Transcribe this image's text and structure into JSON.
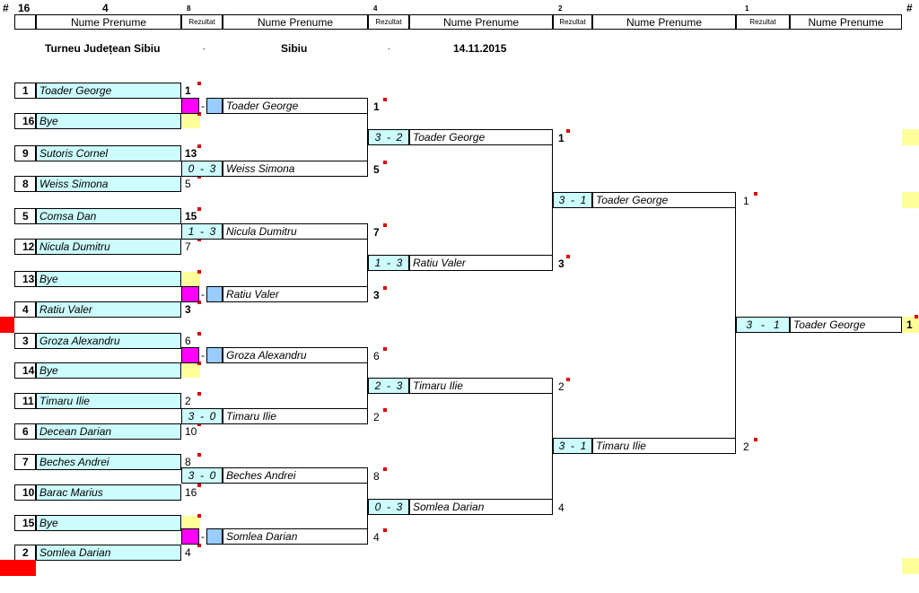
{
  "header": {
    "hash_left": "#",
    "count": "16",
    "round_labels": [
      "4",
      "8",
      "4",
      "2",
      "1"
    ],
    "hash_right": "#",
    "col_name": "Nume Prenume",
    "col_result": "Rezultat"
  },
  "info": {
    "tournament": "Turneu Județean Sibiu",
    "sep1": "-",
    "city": "Sibiu",
    "sep2": "-",
    "date": "14.11.2015"
  },
  "round1": [
    {
      "seed": "1",
      "name": "Toader George",
      "num": "1"
    },
    {
      "seed": "16",
      "name": "Bye",
      "num": ""
    },
    {
      "seed": "9",
      "name": "Sutoris Cornel",
      "num": "13"
    },
    {
      "seed": "8",
      "name": "Weiss Simona",
      "num": "5"
    },
    {
      "seed": "5",
      "name": "Comsa Dan",
      "num": "15"
    },
    {
      "seed": "12",
      "name": "Nicula Dumitru",
      "num": "7"
    },
    {
      "seed": "13",
      "name": "Bye",
      "num": ""
    },
    {
      "seed": "4",
      "name": "Ratiu Valer",
      "num": "3"
    },
    {
      "seed": "3",
      "name": "Groza Alexandru",
      "num": "6"
    },
    {
      "seed": "14",
      "name": "Bye",
      "num": ""
    },
    {
      "seed": "11",
      "name": "Timaru Ilie",
      "num": "2"
    },
    {
      "seed": "6",
      "name": "Decean Darian",
      "num": "10"
    },
    {
      "seed": "7",
      "name": "Beches Andrei",
      "num": "8"
    },
    {
      "seed": "10",
      "name": "Barac Marius",
      "num": "16"
    },
    {
      "seed": "15",
      "name": "Bye",
      "num": ""
    },
    {
      "seed": "2",
      "name": "Somlea Darian",
      "num": "4"
    }
  ],
  "round2": [
    {
      "score_a": "",
      "score_b": "",
      "bye": true,
      "name": "Toader George",
      "num": "1"
    },
    {
      "score_a": "0",
      "score_b": "3",
      "bye": false,
      "name": "Weiss Simona",
      "num": "5"
    },
    {
      "score_a": "1",
      "score_b": "3",
      "bye": false,
      "name": "Nicula Dumitru",
      "num": "7"
    },
    {
      "score_a": "",
      "score_b": "",
      "bye": true,
      "name": "Ratiu Valer",
      "num": "3"
    },
    {
      "score_a": "",
      "score_b": "",
      "bye": true,
      "name": "Groza Alexandru",
      "num": "6"
    },
    {
      "score_a": "3",
      "score_b": "0",
      "bye": false,
      "name": "Timaru Ilie",
      "num": "2"
    },
    {
      "score_a": "3",
      "score_b": "0",
      "bye": false,
      "name": "Beches Andrei",
      "num": "8"
    },
    {
      "score_a": "",
      "score_b": "",
      "bye": true,
      "name": "Somlea Darian",
      "num": "4"
    }
  ],
  "round3": [
    {
      "score_a": "3",
      "score_b": "2",
      "name": "Toader George",
      "num": "1"
    },
    {
      "score_a": "1",
      "score_b": "3",
      "name": "Ratiu Valer",
      "num": "3"
    },
    {
      "score_a": "2",
      "score_b": "3",
      "name": "Timaru Ilie",
      "num": "2"
    },
    {
      "score_a": "0",
      "score_b": "3",
      "name": "Somlea Darian",
      "num": "4"
    }
  ],
  "round4": [
    {
      "score_a": "3",
      "score_b": "1",
      "name": "Toader George",
      "num": "1"
    },
    {
      "score_a": "3",
      "score_b": "1",
      "name": "Timaru Ilie",
      "num": "2"
    }
  ],
  "final": {
    "score_a": "3",
    "score_b": "1",
    "name": "Toader George",
    "num": "1"
  },
  "dash": "-",
  "colors": {
    "cyan": "#ccfcfc",
    "magenta": "#ff00ff",
    "blue": "#99ccff",
    "yellow": "#ffff99",
    "red": "#ff0000"
  }
}
